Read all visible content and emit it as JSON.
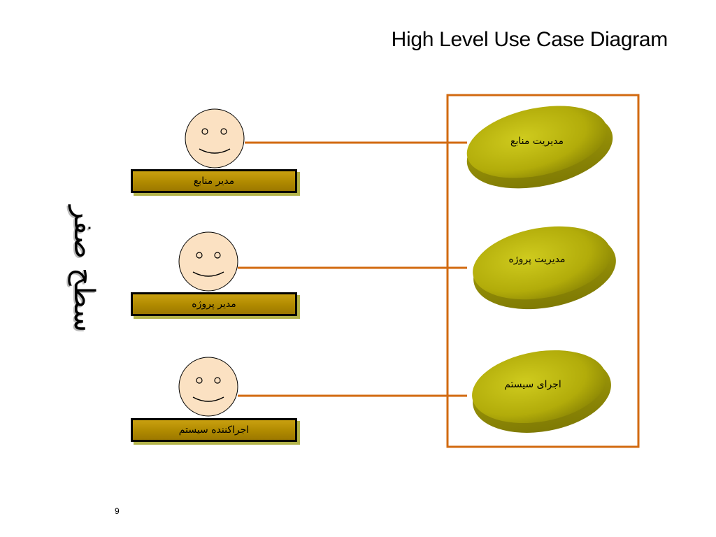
{
  "title": "High Level Use Case Diagram",
  "side_title": "سطح صفر",
  "page_number": "9",
  "colors": {
    "connector": "#d26a10",
    "system_boundary": "#d26a10",
    "actor_face": "#fbe1c2",
    "actor_label": "#b08a00",
    "usecase_fill": "#b9b30e"
  },
  "actors": [
    {
      "label": "مدیر منابع",
      "icon": "smiley-face-icon"
    },
    {
      "label": "مدیر پروژه",
      "icon": "smiley-face-icon"
    },
    {
      "label": "اجراکننده سیستم",
      "icon": "smiley-face-icon"
    }
  ],
  "use_cases": [
    {
      "label": "مدیریت منابع"
    },
    {
      "label": "مدیریت پروژه"
    },
    {
      "label": "اجرای سیستم"
    }
  ]
}
